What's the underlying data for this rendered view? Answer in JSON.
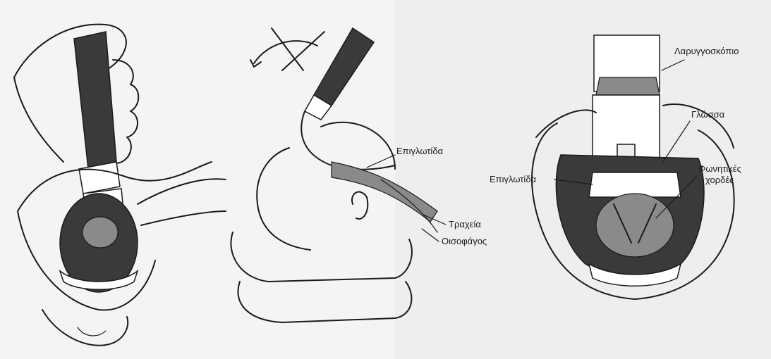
{
  "labels": {
    "epiglottis_center": "Επιγλωτίδα",
    "trachea": "Τραχεία",
    "esophagus": "Οισοφάγος",
    "laryngoscope": "Λαρυγγοσκόπιο",
    "tongue": "Γλώσσα",
    "epiglottis_right": "Επιγλωτίδα",
    "vocal_cords_line1": "Φωνητικές",
    "vocal_cords_line2": "χορδές"
  },
  "colors": {
    "background": "#f4f4f2",
    "ink": "#1a1a1a",
    "shade": "#8a8a8a"
  },
  "icons": {
    "crossed_arrow": "crossed-out-curved-arrow-icon"
  }
}
